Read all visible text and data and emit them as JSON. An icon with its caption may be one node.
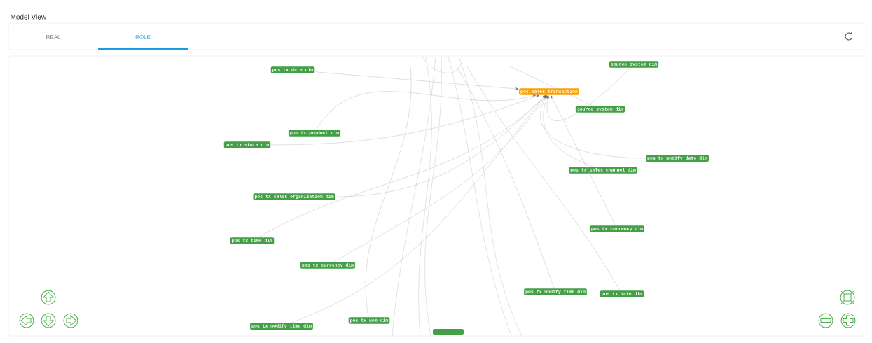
{
  "diagram": {
    "title": "Model View",
    "nodes": [
      {
        "text": [
          "pos tx date dim"
        ]
      },
      {
        "text": [
          "source system dim"
        ]
      },
      {
        "text": [
          "pos sales transaction"
        ]
      },
      {
        "text": [
          "source system dim"
        ]
      },
      {
        "text": [
          "pos tx product dim"
        ]
      },
      {
        "text": [
          "pos tx store dim"
        ]
      },
      {
        "text": [
          "pos tx modify date dim"
        ]
      },
      {
        "text": [
          "pos tx sales channel dim"
        ]
      },
      {
        "text": [
          "pos tx sales organization dim"
        ]
      },
      {
        "text": [
          "pos tx currency dim"
        ]
      },
      {
        "text": [
          "pos tx time dim"
        ]
      },
      {
        "text": [
          "pos tx currency dim"
        ]
      },
      {
        "text": [
          "pos tx modify time dim"
        ]
      },
      {
        "text": [
          "pos tx date dim"
        ]
      },
      {
        "text": [
          "pos tx uom dim"
        ]
      },
      {
        "text": [
          "pos tx modify time dim"
        ]
      },
      {
        "text": [],
        "shape": "box"
      }
    ],
    "edges": [
      {
        "from": 0,
        "to": 2,
        "arrow": "to"
      },
      {
        "from": 1,
        "to": 2,
        "arrow": "to"
      },
      {
        "from": 4,
        "to": 2,
        "arrow": "to"
      },
      {
        "from": 5,
        "to": 2,
        "arrow": "to"
      },
      {
        "from": 6,
        "to": 2,
        "arrow": "to"
      },
      {
        "from": 7,
        "to": 2,
        "arrow": "to"
      },
      {
        "from": 8,
        "to": 2,
        "arrow": "to"
      },
      {
        "from": 9,
        "to": 2,
        "arrow": "to"
      },
      {
        "from": 10,
        "to": 2,
        "arrow": "to"
      },
      {
        "from": 11,
        "to": 2,
        "arrow": "to"
      },
      {
        "from": 15,
        "to": 2,
        "arrow": "to"
      },
      {
        "from": 3,
        "to": null,
        "arrow": "none"
      },
      {
        "from": 12,
        "to": null,
        "arrow": "none"
      },
      {
        "from": 13,
        "to": null,
        "arrow": "none"
      },
      {
        "from": 14,
        "to": null,
        "arrow": "none"
      }
    ],
    "labels": [
      "REAL",
      "ROLE"
    ]
  }
}
